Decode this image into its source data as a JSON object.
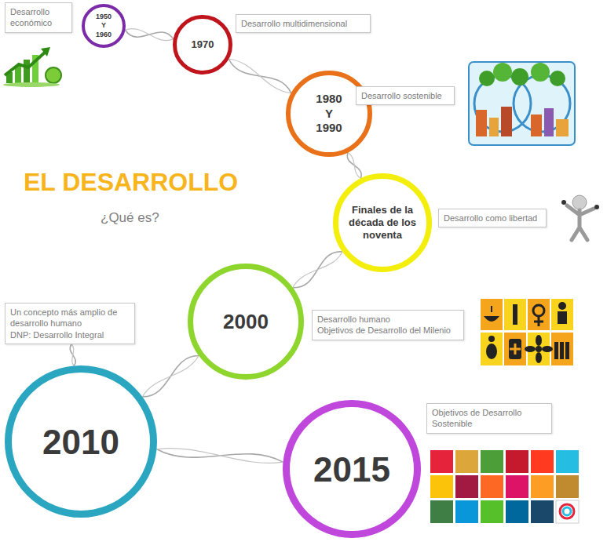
{
  "diagram": {
    "title": "EL DESARROLLO",
    "caption": "¿Qué es?",
    "nodes": [
      {
        "text": [
          "Desarrollo económico"
        ]
      },
      {
        "text": [
          "1950 Y 1960"
        ]
      },
      {
        "text": [
          "1970"
        ]
      },
      {
        "text": [
          "Desarrollo multidimensional"
        ]
      },
      {
        "text": [
          "1980 Y 1990"
        ]
      },
      {
        "text": [
          "Desarrollo sostenible"
        ]
      },
      {
        "text": [
          "Finales de la década de los noventa"
        ]
      },
      {
        "text": [
          "Desarrollo como libertad"
        ]
      },
      {
        "text": [
          "Un concepto más amplio de desarrollo humano",
          "DNP: Desarrollo Integral"
        ]
      },
      {
        "text": [
          "2000"
        ]
      },
      {
        "text": [
          "Desarrollo humano",
          "Objetivos de Desarrollo del Milenio"
        ]
      },
      {
        "text": [
          "2010"
        ]
      },
      {
        "text": [
          "2015"
        ]
      },
      {
        "text": [
          "Objetivos de Desarrollo Sostenible"
        ]
      }
    ],
    "edges": [
      {
        "from": 1,
        "to": 2,
        "arrow": "none"
      },
      {
        "from": 2,
        "to": 4,
        "arrow": "none"
      },
      {
        "from": 4,
        "to": 6,
        "arrow": "none"
      },
      {
        "from": 6,
        "to": 9,
        "arrow": "none"
      },
      {
        "from": 9,
        "to": 11,
        "arrow": "none"
      },
      {
        "from": 11,
        "to": 8,
        "arrow": "none"
      },
      {
        "from": 11,
        "to": 12,
        "arrow": "none"
      }
    ]
  }
}
